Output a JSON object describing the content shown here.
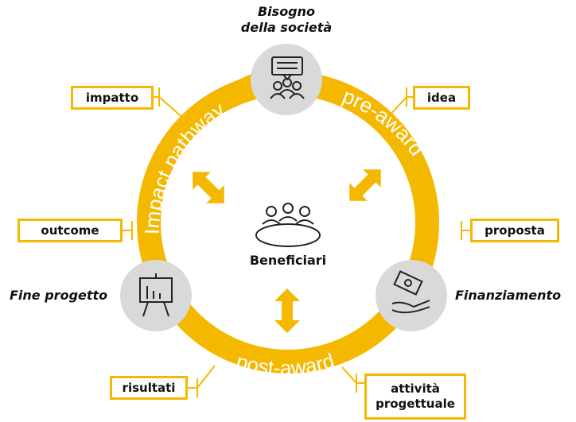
{
  "colors": {
    "accent": "#f5b800",
    "node_fill": "#d9d9d9",
    "icon": "#222222",
    "text": "#111111"
  },
  "nodes": {
    "top": {
      "title_line1": "Bisogno",
      "title_line2": "della società",
      "icon": "people-meeting-icon"
    },
    "right": {
      "title": "Finanziamento",
      "icon": "money-hand-icon"
    },
    "left": {
      "title": "Fine progetto",
      "icon": "presentation-chart-icon"
    },
    "center": {
      "title": "Beneficiari",
      "icon": "group-table-icon"
    }
  },
  "arc_labels": {
    "pre_award": "pre-award",
    "post_award": "post-award",
    "impact_pathway": "Impact pathway"
  },
  "tags": {
    "impatto": "impatto",
    "idea": "idea",
    "outcome": "outcome",
    "proposta": "proposta",
    "risultati": "risultati",
    "attivita_line1": "attività",
    "attivita_line2": "progettuale"
  }
}
